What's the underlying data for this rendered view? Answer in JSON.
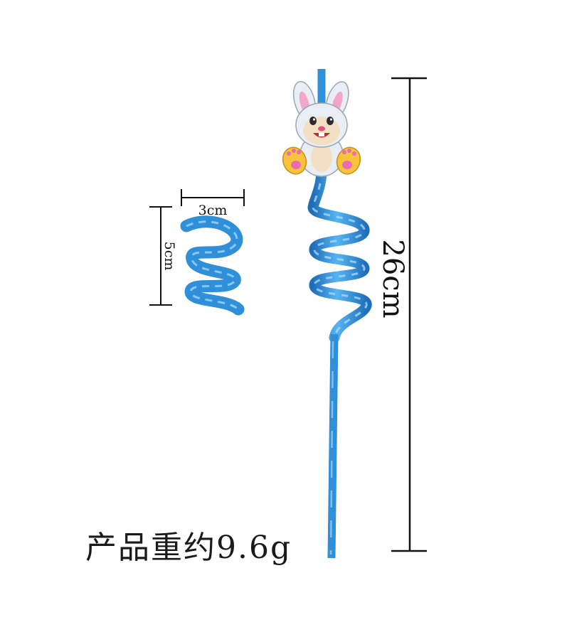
{
  "dimensions": {
    "width_label": "3cm",
    "height_label": "5cm",
    "length_label": "26cm"
  },
  "product_weight_label": "产品重约9.6g",
  "colors": {
    "straw": "#2f8fd8",
    "straw_dark": "#1f6fb8",
    "straw_light": "#8fd0ff",
    "rabbit_body": "#e8eef4",
    "rabbit_face": "#f3dfc3",
    "rabbit_feet": "#f6c33a",
    "rabbit_pads": "#e86cae",
    "measure_line": "#111111",
    "background": "#ffffff"
  },
  "decoration": "rabbit-topper"
}
